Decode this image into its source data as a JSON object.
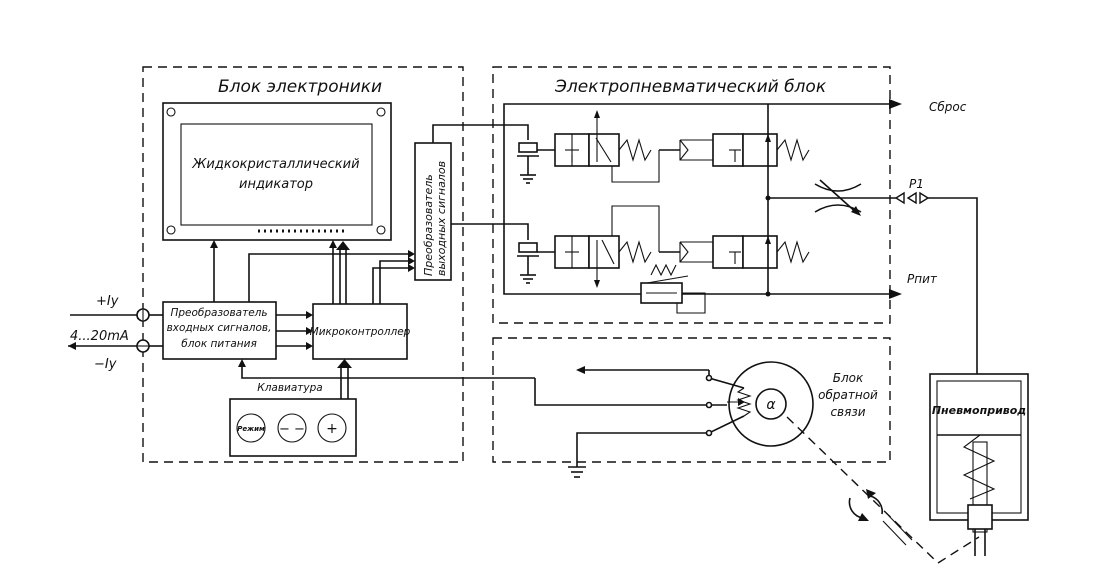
{
  "blocks": {
    "electronics_title": "Блок  электроники",
    "electropneumatic_title": "Электропневматический  блок",
    "feedback_title": [
      "Блок",
      "обратной",
      "связи"
    ]
  },
  "electronics": {
    "lcd": [
      "Жидкокристаллический",
      "индикатор"
    ],
    "output_converter": [
      "Преобразователь",
      "выходных  сигналов"
    ],
    "input_converter": [
      "Преобразователь",
      "входных сигналов,",
      "блок  питания"
    ],
    "microcontroller": "Микроконтроллер",
    "keyboard_label": "Клавиатура",
    "keys": [
      "Режим",
      "− −",
      "+"
    ]
  },
  "inputs": {
    "plus_iy": "+Iу",
    "range": "4...20mA",
    "minus_iy": "−Iу"
  },
  "pneumatic": {
    "exhaust": "Сброс",
    "p1": "P1",
    "p_supply": "Pпит"
  },
  "feedback": {
    "sensor": "α"
  },
  "actuator": {
    "label": "Пневмопривод"
  }
}
